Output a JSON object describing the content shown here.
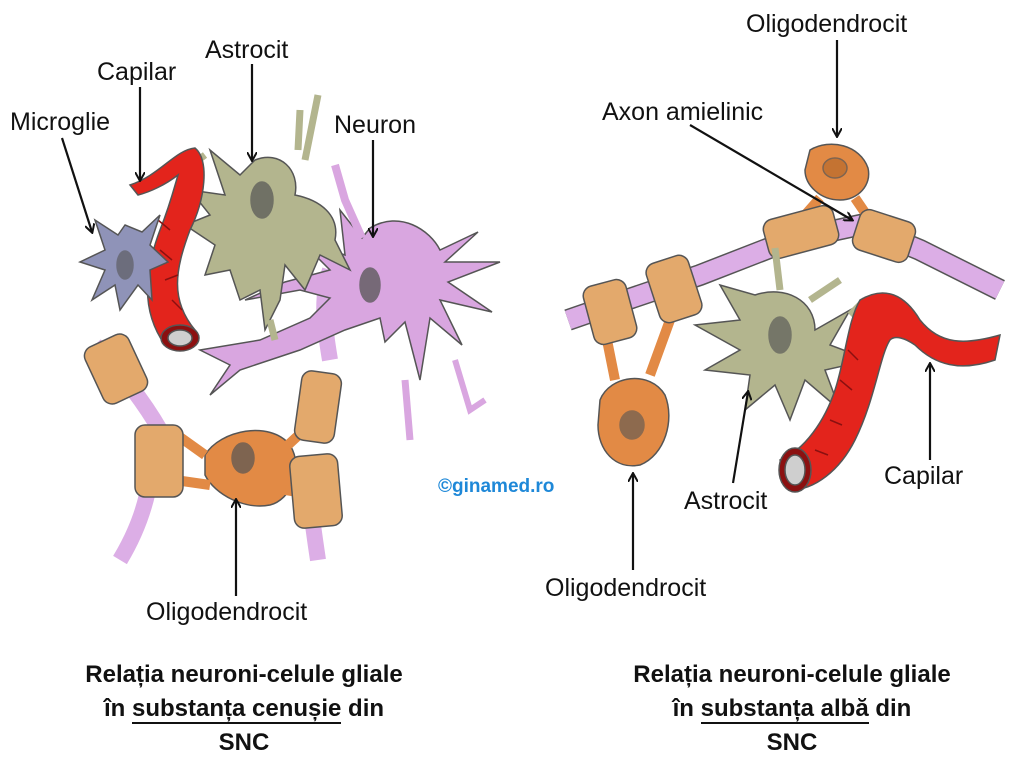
{
  "left": {
    "labels": {
      "microglia": "Microglie",
      "capillary": "Capilar",
      "astrocyte": "Astrocit",
      "neuron": "Neuron",
      "oligodendrocyte": "Oligodendrocit"
    },
    "caption": {
      "line1": "Relația neuroni-celule gliale",
      "pre": "în ",
      "underlined": "substanța cenușie",
      "post": " din",
      "line3": "SNC"
    }
  },
  "right": {
    "labels": {
      "oligodendrocyte_top": "Oligodendrocit",
      "unmyelinated_axon": "Axon amielinic",
      "astrocyte": "Astrocit",
      "capillary": "Capilar",
      "oligodendrocyte_bottom": "Oligodendrocit"
    },
    "caption": {
      "line1": "Relația neuroni-celule gliale",
      "pre": "în ",
      "underlined": "substanța albă",
      "post": " din",
      "line3": "SNC"
    }
  },
  "watermark": "©ginamed.ro",
  "colors": {
    "capillary": "#e3241c",
    "astrocyte": "#b3b58e",
    "neuron": "#d9a6e0",
    "oligodendrocyte": "#e3a96c",
    "microglia": "#8f93b8",
    "axon": "#dcaee6",
    "watermark": "#1e88d8"
  }
}
